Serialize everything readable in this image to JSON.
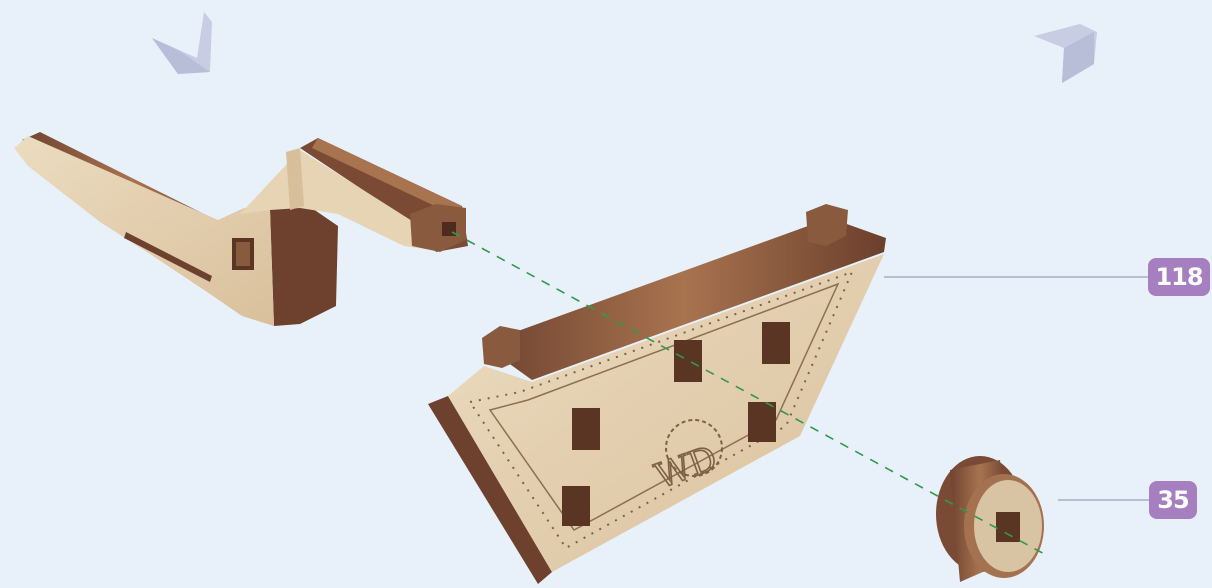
{
  "callouts": [
    {
      "label": "118"
    },
    {
      "label": "35"
    }
  ],
  "parts": {
    "bracket_logo": "WD"
  },
  "colors": {
    "background": "#e8f1fa",
    "badge": "#a57fc0",
    "leader_line": "#9aa0b8",
    "assembly_line": "#2f9a4f",
    "wood_light": "#e3ceae",
    "wood_dark": "#8a5a3f",
    "corner_marker": "#c9cde3"
  },
  "icons": [
    "corner-marker-icon"
  ]
}
